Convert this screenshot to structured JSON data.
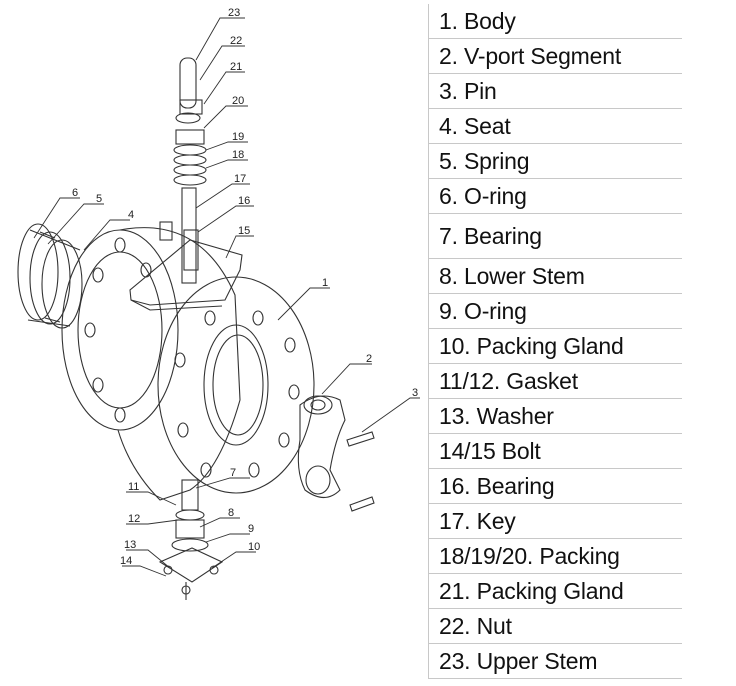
{
  "parts_table": [
    {
      "no": "1.",
      "name": "Body"
    },
    {
      "no": "2.",
      "name": "V-port Segment"
    },
    {
      "no": "3.",
      "name": "Pin"
    },
    {
      "no": "4.",
      "name": "Seat"
    },
    {
      "no": "5.",
      "name": "Spring"
    },
    {
      "no": "6.",
      "name": "O-ring"
    },
    {
      "no": "7.",
      "name": "Bearing"
    },
    {
      "no": "8.",
      "name": "Lower Stem"
    },
    {
      "no": "9.",
      "name": "O-ring"
    },
    {
      "no": "10.",
      "name": "Packing Gland"
    },
    {
      "no": "11/12.",
      "name": "Gasket"
    },
    {
      "no": "13.",
      "name": "Washer"
    },
    {
      "no": "14/15",
      "name": "Bolt"
    },
    {
      "no": "16.",
      "name": "Bearing"
    },
    {
      "no": "17.",
      "name": "Key"
    },
    {
      "no": "18/19/20.",
      "name": "Packing"
    },
    {
      "no": "21.",
      "name": "Packing Gland"
    },
    {
      "no": "22.",
      "name": "Nut"
    },
    {
      "no": "23.",
      "name": "Upper Stem"
    }
  ],
  "callouts": [
    "23",
    "22",
    "21",
    "20",
    "19",
    "18",
    "17",
    "16",
    "15",
    "6",
    "5",
    "4",
    "1",
    "2",
    "3",
    "7",
    "11",
    "8",
    "12",
    "9",
    "13",
    "10",
    "14"
  ]
}
